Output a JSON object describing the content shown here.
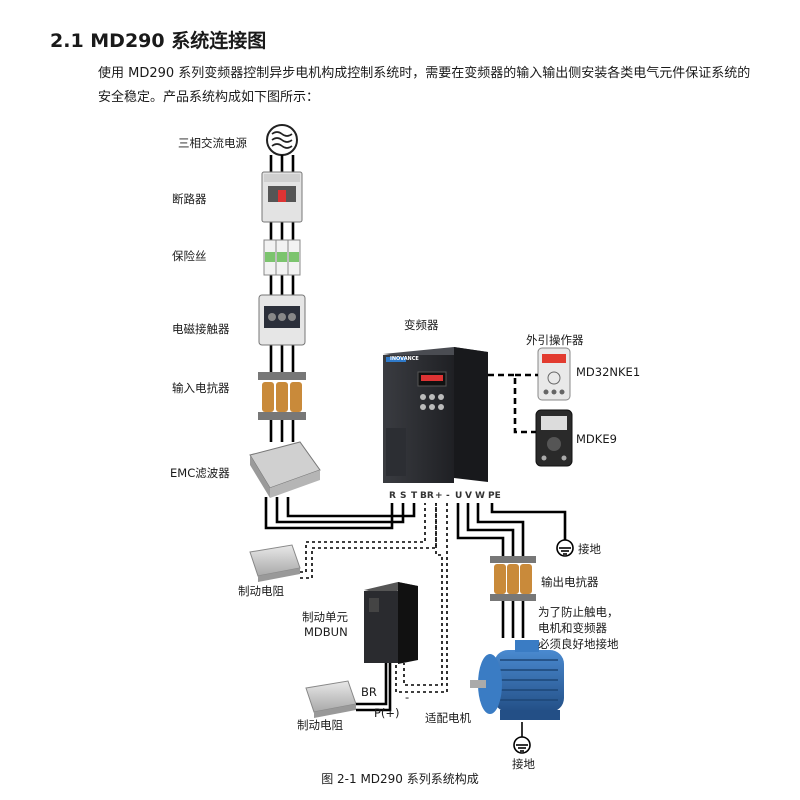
{
  "heading": "2.1 MD290 系统连接图",
  "intro": "使用 MD290 系列变频器控制异步电机构成控制系统时，需要在变频器的输入输出侧安装各类电气元件保证系统的安全稳定。产品系统构成如下图所示：",
  "labels": {
    "power": "三相交流电源",
    "breaker": "断路器",
    "fuse": "保险丝",
    "contactor": "电磁接触器",
    "input_reactor": "输入电抗器",
    "emc_filter": "EMC滤波器",
    "inverter": "变频器",
    "ext_keypad": "外引操作器",
    "keypad1": "MD32NKE1",
    "keypad2": "MDKE9",
    "ground1": "接地",
    "output_reactor": "输出电抗器",
    "safety_note_1": "为了防止触电，",
    "safety_note_2": "电机和变频器",
    "safety_note_3": "必须良好地接地",
    "brake_res1": "制动电阻",
    "brake_unit_1": "制动单元",
    "brake_unit_2": "MDBUN",
    "br": "BR",
    "p_plus": "P(+)",
    "minus": "-",
    "motor": "适配电机",
    "brake_res2": "制动电阻",
    "ground2": "接地"
  },
  "terminals": [
    "R",
    "S",
    "T",
    "BR",
    "+",
    "-",
    "U",
    "V",
    "W",
    "PE"
  ],
  "brand": "INOVANCE",
  "caption": "图 2-1  MD290 系列系统构成",
  "colors": {
    "cable": "#000000",
    "inverter_body": "#2b2d31",
    "reactor_coil": "#c98a3a",
    "motor_blue": "#2f6eb5",
    "keypad_screen": "#e23b2f"
  }
}
